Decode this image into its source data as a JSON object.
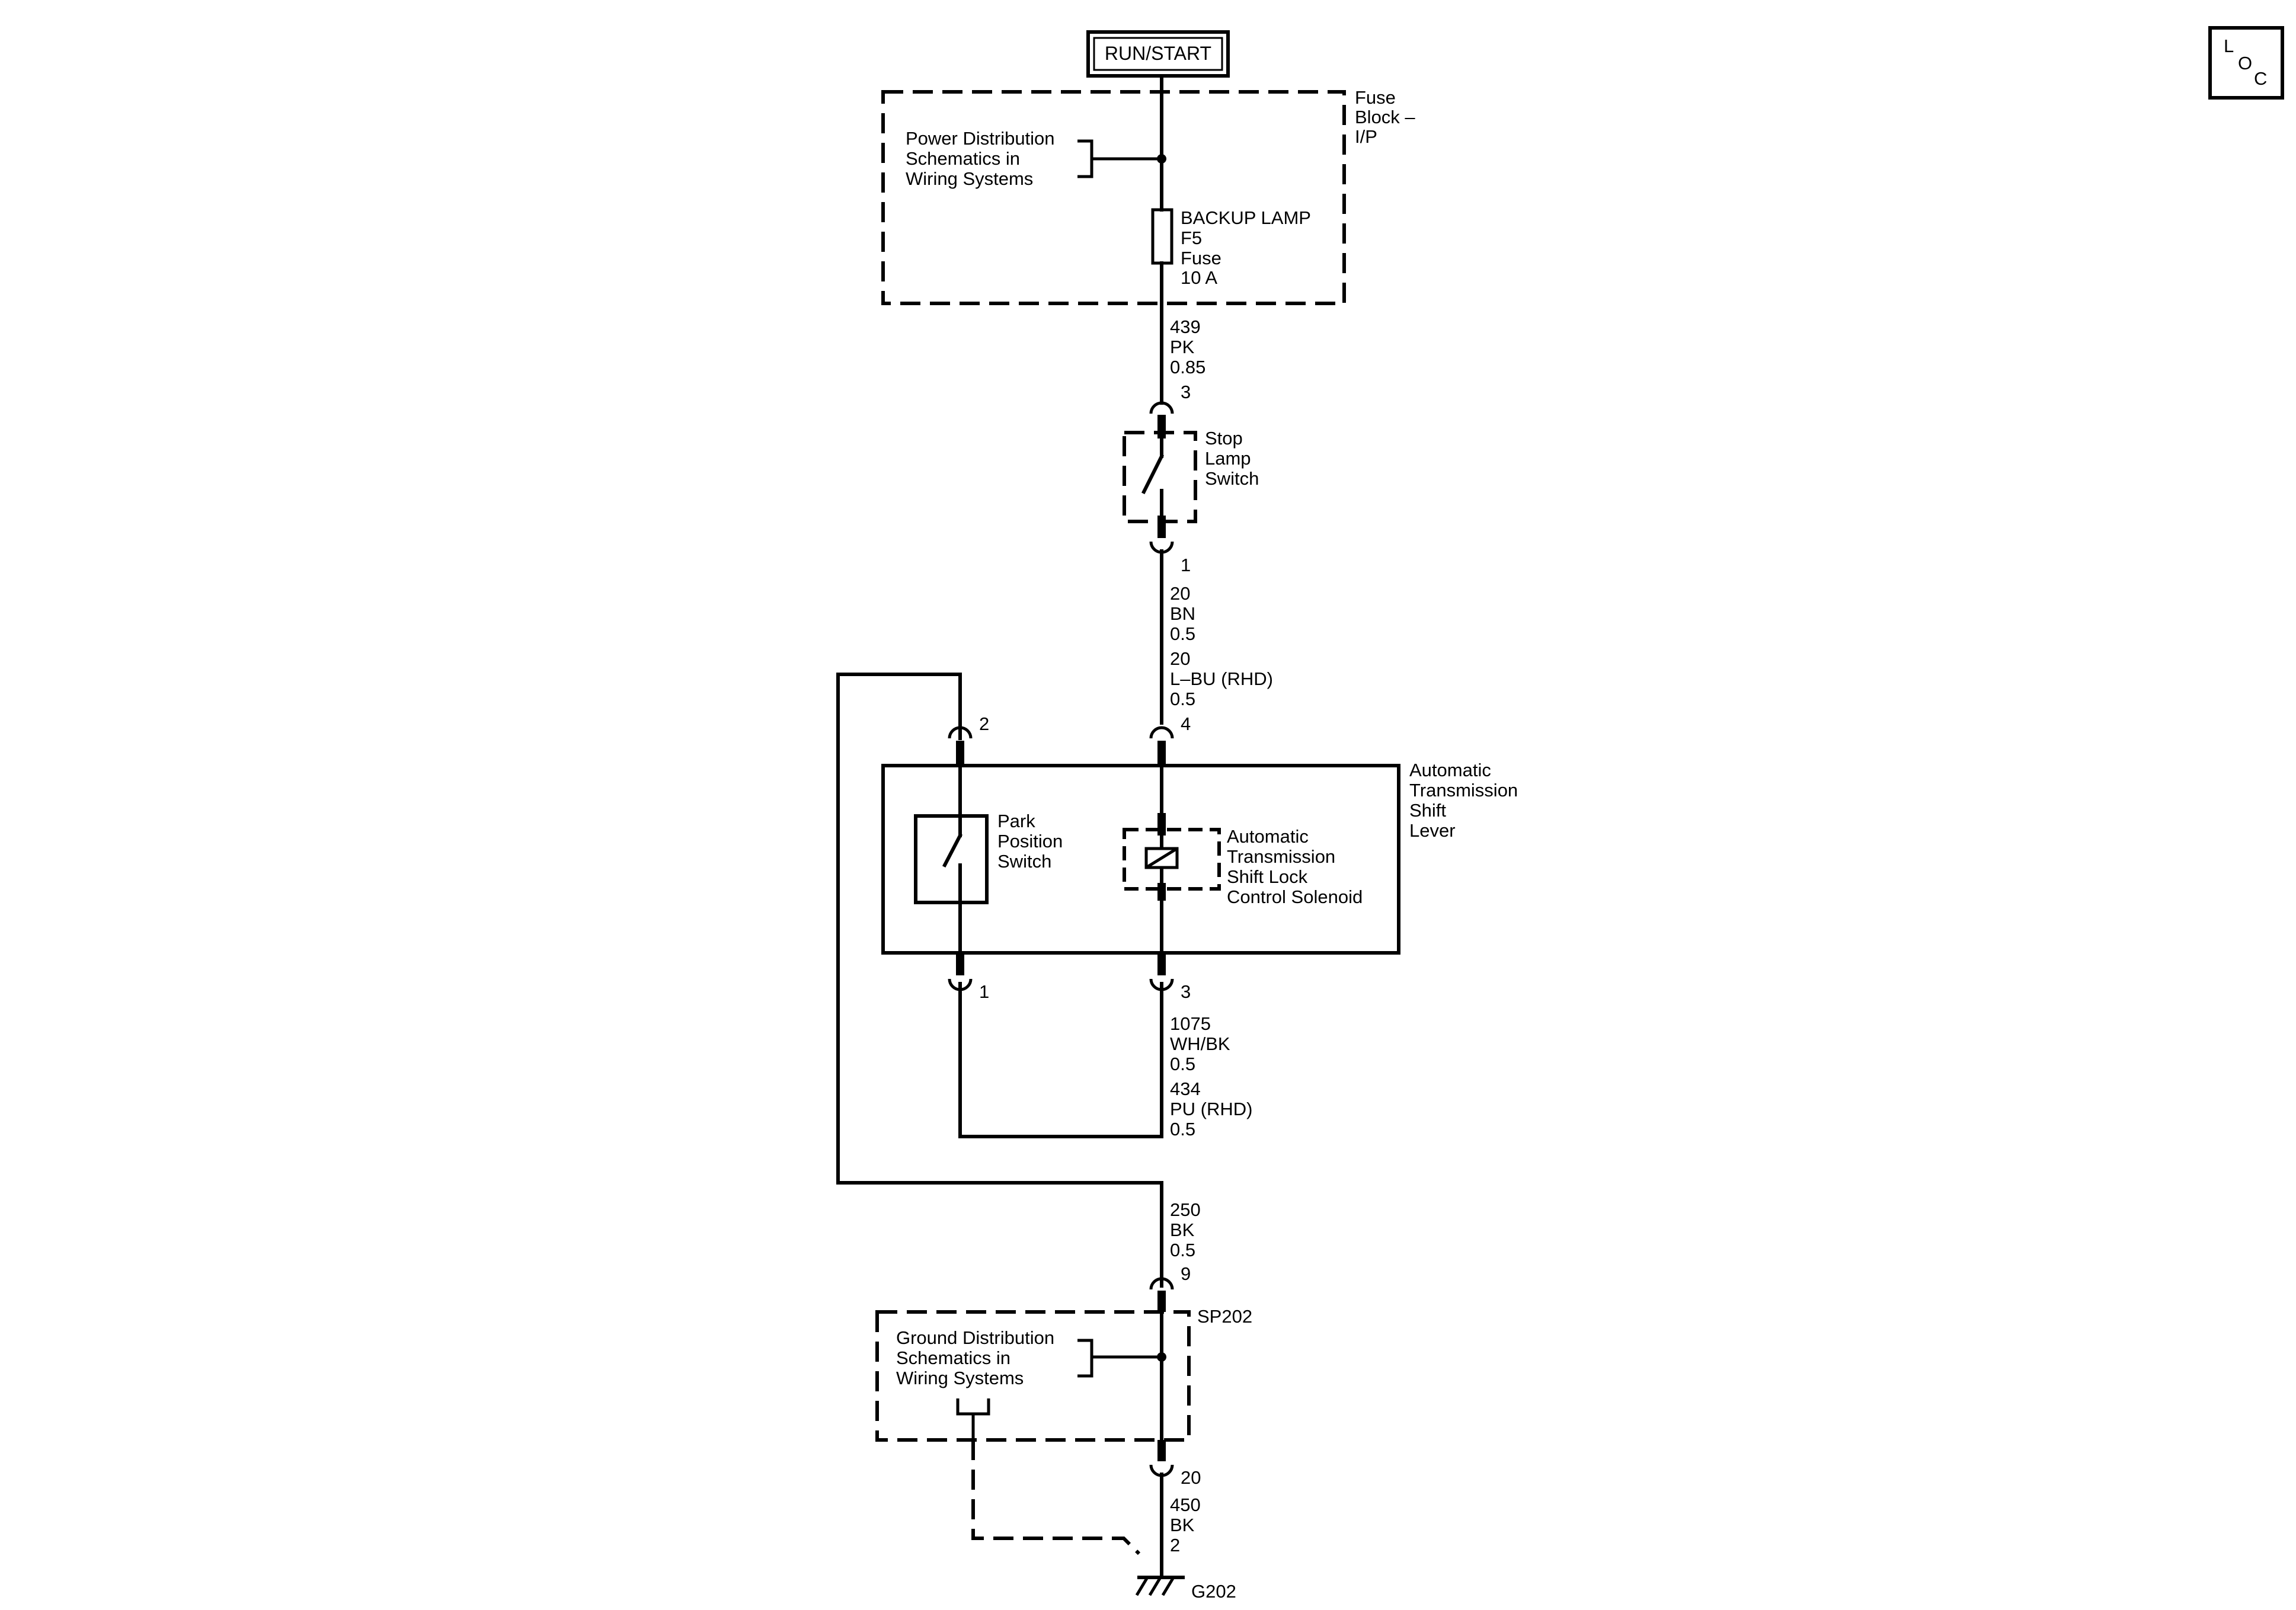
{
  "source": {
    "label": "RUN/START"
  },
  "loc_badge": {
    "l": "L",
    "o": "O",
    "c": "C"
  },
  "fuse_block": {
    "name_lines": [
      "Fuse",
      "Block –",
      "I/P"
    ],
    "power_ref_lines": [
      "Power Distribution",
      "Schematics in",
      "Wiring Systems"
    ],
    "fuse_lines": [
      "BACKUP LAMP",
      "F5",
      "Fuse",
      "10 A"
    ]
  },
  "wire_fuse_to_switch": [
    "439",
    "PK",
    "0.85"
  ],
  "stop_lamp_switch": {
    "name_lines": [
      "Stop",
      "Lamp",
      "Switch"
    ],
    "pin_top": "3",
    "pin_bottom": "1"
  },
  "wire_switch_to_lever": [
    "20",
    "BN",
    "0.5",
    "20",
    "L–BU (RHD)",
    "0.5"
  ],
  "shift_lever": {
    "name_lines": [
      "Automatic",
      "Transmission",
      "Shift",
      "Lever"
    ],
    "pin_left_top": "2",
    "pin_right_top": "4",
    "pin_left_bottom": "1",
    "pin_right_bottom": "3",
    "park_switch_lines": [
      "Park",
      "Position",
      "Switch"
    ],
    "solenoid_lines": [
      "Automatic",
      "Transmission",
      "Shift Lock",
      "Control Solenoid"
    ]
  },
  "wire_lever_out": [
    "1075",
    "WH/BK",
    "0.5",
    "434",
    "PU (RHD)",
    "0.5"
  ],
  "wire_ground": [
    "250",
    "BK",
    "0.5"
  ],
  "ground_splice": {
    "pin_top": "9",
    "name": "SP202",
    "ground_ref_lines": [
      "Ground Distribution",
      "Schematics in",
      "Wiring Systems"
    ],
    "pin_bottom": "20"
  },
  "wire_to_ground": [
    "450",
    "BK",
    "2"
  ],
  "ground": {
    "name": "G202"
  }
}
